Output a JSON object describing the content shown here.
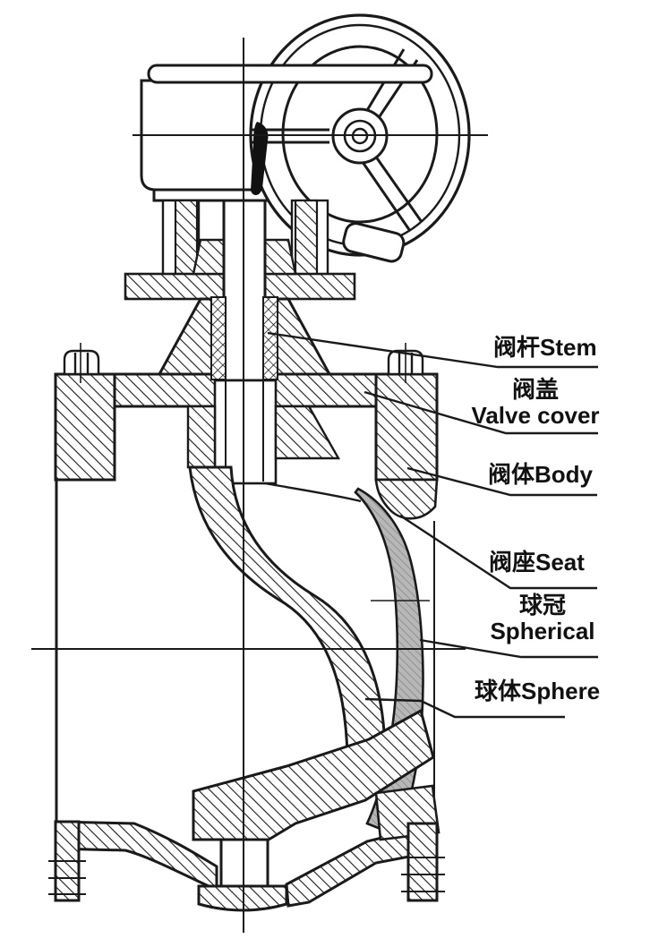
{
  "page": {
    "background": "#ffffff",
    "ink": "#1a1a1a",
    "sphere_fill": "#b7b7b7"
  },
  "figure": {
    "type": "valve-cross-section-diagram",
    "labels": [
      {
        "id": "stem",
        "zh": "阀杆",
        "en": "Stem",
        "display": "阀杆Stem"
      },
      {
        "id": "valve_cover",
        "zh": "阀盖",
        "en": "Valve cover"
      },
      {
        "id": "body",
        "zh": "阀体",
        "en": "Body",
        "display": "阀体Body"
      },
      {
        "id": "seat",
        "zh": "阀座",
        "en": "Seat",
        "display": "阀座Seat"
      },
      {
        "id": "spherical",
        "zh": "球冠",
        "en": "Spherical"
      },
      {
        "id": "sphere",
        "zh": "球体",
        "en": "Sphere",
        "display": "球体Sphere"
      }
    ]
  }
}
